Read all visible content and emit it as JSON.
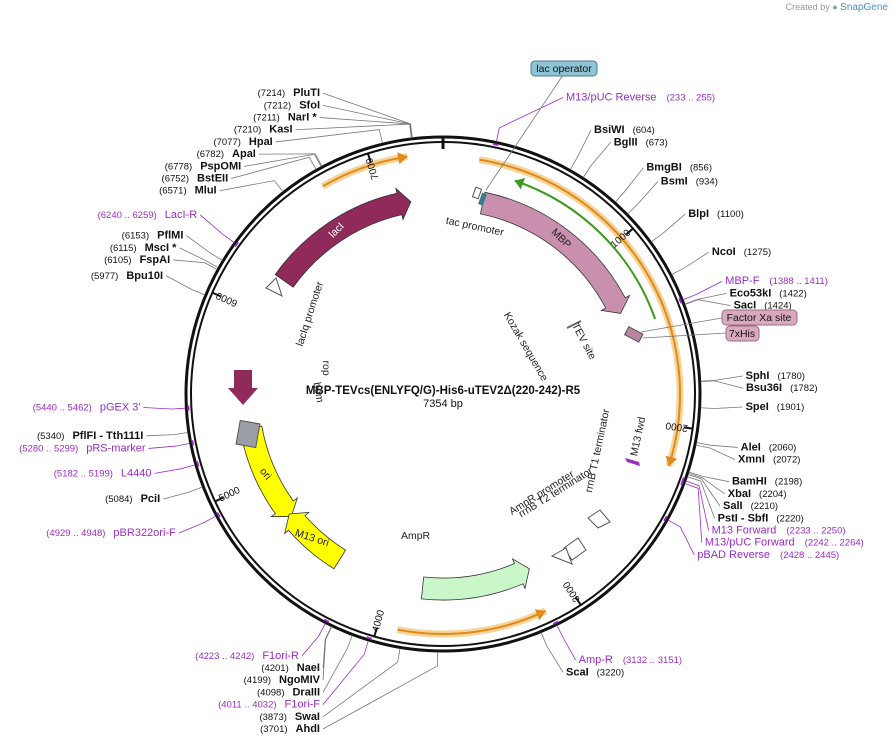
{
  "credit": {
    "prefix": "Created by",
    "brand": "SnapGene"
  },
  "plasmid": {
    "name": "MBP-TEVcs(ENLYFQ/G)-His6-uTEV2Δ(220-242)-R5",
    "size_label": "7354 bp",
    "length": 7354
  },
  "colors": {
    "backbone": "#111111",
    "laci": "#8f2a5a",
    "mbp": "#c990ad",
    "ori": "#ffff00",
    "ampr": "#c9f7c9",
    "rop": "#8f2a5a",
    "bom": "#9b9ea4",
    "primer": "#9b2cc4",
    "orange_track": "#e08a1a",
    "green_track": "#3c9a1c",
    "lac_operator_fill": "#8ec4d6",
    "factor_xa_fill": "#d9a9c0",
    "his_fill": "#d9a9c0"
  },
  "ticks": [
    {
      "label": "1000",
      "pos": 1000
    },
    {
      "label": "2000",
      "pos": 2000
    },
    {
      "label": "3000",
      "pos": 3000
    },
    {
      "label": "4000",
      "pos": 4000
    },
    {
      "label": "5000",
      "pos": 5000
    },
    {
      "label": "6000",
      "pos": 6000
    },
    {
      "label": "7000",
      "pos": 7000
    }
  ],
  "features": [
    {
      "name": "lacI",
      "start": 6240,
      "end": 7160,
      "dir": "cw",
      "type": "arrow",
      "color": "laci",
      "r": 195,
      "w": 22
    },
    {
      "name": "MBP",
      "start": 240,
      "end": 1340,
      "dir": "cw",
      "type": "arrow",
      "color": "mbp",
      "r": 195,
      "w": 22
    },
    {
      "name": "ori",
      "start": 4720,
      "end": 5310,
      "dir": "ccw",
      "type": "arrow",
      "color": "ori",
      "r": 195,
      "w": 22
    },
    {
      "name": "M13 ori",
      "start": 4330,
      "end": 4740,
      "dir": "cw",
      "type": "arrow",
      "color": "ori",
      "r": 195,
      "w": 22
    },
    {
      "name": "AmpR",
      "start": 3140,
      "end": 3800,
      "dir": "ccw",
      "type": "arrow",
      "color": "ampr",
      "r": 195,
      "w": 22
    }
  ],
  "tracks": [
    {
      "start": 6740,
      "end": 7180,
      "dir": "cw",
      "color": "orange_track",
      "r": 240
    },
    {
      "start": 180,
      "end": 2200,
      "dir": "cw",
      "color": "orange_track",
      "r": 237
    },
    {
      "start": 380,
      "end": 1440,
      "dir": "ccw",
      "color": "green_track",
      "r": 225
    },
    {
      "start": 3160,
      "end": 3900,
      "dir": "ccw",
      "color": "orange_track",
      "r": 240
    }
  ],
  "inner_labels": [
    {
      "text": "lacI",
      "pos": 6680,
      "r": 195,
      "rotate": -45,
      "color": "#ffffff"
    },
    {
      "text": "MBP",
      "pos": 760,
      "r": 195,
      "rotate": 45,
      "color": "#222222"
    },
    {
      "text": "ori",
      "pos": 5020,
      "r": 195,
      "rotate": 50,
      "color": "#222222"
    },
    {
      "text": "M13 ori",
      "pos": 4540,
      "r": 195,
      "rotate": 18,
      "color": "#222222"
    },
    {
      "text": "AmpR",
      "pos": 3900,
      "r": 145,
      "rotate": 0,
      "color": "#222222"
    },
    {
      "text": "tac promoter",
      "pos": 220,
      "r": 170,
      "rotate": 12,
      "color": "#222222"
    },
    {
      "text": "lacIq promoter",
      "pos": 6150,
      "r": 155,
      "rotate": -72,
      "color": "#222222"
    },
    {
      "text": "Kozak sequence",
      "pos": 1230,
      "r": 95,
      "rotate": 60,
      "color": "#222222"
    },
    {
      "text": "TEV site",
      "pos": 1420,
      "r": 150,
      "rotate": 62,
      "color": "#222222"
    },
    {
      "text": "rrnB T1 terminator",
      "pos": 2250,
      "r": 165,
      "rotate": -78,
      "color": "#222222"
    },
    {
      "text": "M13 fwd",
      "pos": 2090,
      "r": 200,
      "rotate": -78,
      "color": "#222222"
    },
    {
      "text": "rrnB T2 terminator",
      "pos": 2680,
      "r": 150,
      "rotate": -32,
      "color": "#222222"
    },
    {
      "text": "AmpR promoter",
      "pos": 2760,
      "r": 140,
      "rotate": -32,
      "color": "#222222"
    },
    {
      "text": "rop",
      "pos": 5770,
      "r": 120,
      "rotate": 90,
      "color": "#222222"
    },
    {
      "text": "bom",
      "pos": 5530,
      "r": 125,
      "rotate": 80,
      "color": "#222222"
    }
  ],
  "enzymes": [
    {
      "name": "PluTI",
      "num": "(7214)",
      "side": "L",
      "pos": 7214
    },
    {
      "name": "SfoI",
      "num": "(7212)",
      "side": "L",
      "pos": 7212
    },
    {
      "name": "NarI *",
      "num": "(7211)",
      "side": "L",
      "pos": 7211
    },
    {
      "name": "KasI",
      "num": "(7210)",
      "side": "L",
      "pos": 7210
    },
    {
      "name": "HpaI",
      "num": "(7077)",
      "side": "L",
      "pos": 7077
    },
    {
      "name": "ApaI",
      "num": "(6782)",
      "side": "L",
      "pos": 6782
    },
    {
      "name": "PspOMI",
      "num": "(6778)",
      "side": "L",
      "pos": 6778
    },
    {
      "name": "BstEII",
      "num": "(6752)",
      "side": "L",
      "pos": 6752
    },
    {
      "name": "MluI",
      "num": "(6571)",
      "side": "L",
      "pos": 6571
    },
    {
      "name": "PflMI",
      "num": "(6153)",
      "side": "L",
      "pos": 6153
    },
    {
      "name": "MscI *",
      "num": "(6115)",
      "side": "L",
      "pos": 6115
    },
    {
      "name": "FspAI",
      "num": "(6105)",
      "side": "L",
      "pos": 6105
    },
    {
      "name": "Bpu10I",
      "num": "(5977)",
      "side": "L",
      "pos": 5977
    },
    {
      "name": "PflFI - Tth111I",
      "num": "(5340)",
      "side": "L",
      "pos": 5340
    },
    {
      "name": "PciI",
      "num": "(5084)",
      "side": "L",
      "pos": 5084
    },
    {
      "name": "NaeI",
      "num": "(4201)",
      "side": "L",
      "pos": 4201
    },
    {
      "name": "NgoMIV",
      "num": "(4199)",
      "side": "L",
      "pos": 4199
    },
    {
      "name": "DraIII",
      "num": "(4098)",
      "side": "L",
      "pos": 4098
    },
    {
      "name": "SwaI",
      "num": "(3873)",
      "side": "L",
      "pos": 3873
    },
    {
      "name": "AhdI",
      "num": "(3701)",
      "side": "L",
      "pos": 3701
    },
    {
      "name": "BsiWI",
      "num": "(604)",
      "side": "R",
      "pos": 604
    },
    {
      "name": "BglII",
      "num": "(673)",
      "side": "R",
      "pos": 673
    },
    {
      "name": "BmgBI",
      "num": "(856)",
      "side": "R",
      "pos": 856
    },
    {
      "name": "BsmI",
      "num": "(934)",
      "side": "R",
      "pos": 934
    },
    {
      "name": "BlpI",
      "num": "(1100)",
      "side": "R",
      "pos": 1100
    },
    {
      "name": "NcoI",
      "num": "(1275)",
      "side": "R",
      "pos": 1275
    },
    {
      "name": "Eco53kI",
      "num": "(1422)",
      "side": "R",
      "pos": 1422
    },
    {
      "name": "SacI",
      "num": "(1424)",
      "side": "R",
      "pos": 1424
    },
    {
      "name": "SphI",
      "num": "(1780)",
      "side": "R",
      "pos": 1780
    },
    {
      "name": "Bsu36I",
      "num": "(1782)",
      "side": "R",
      "pos": 1782
    },
    {
      "name": "SpeI",
      "num": "(1901)",
      "side": "R",
      "pos": 1901
    },
    {
      "name": "AleI",
      "num": "(2060)",
      "side": "R",
      "pos": 2060
    },
    {
      "name": "XmnI",
      "num": "(2072)",
      "side": "R",
      "pos": 2072
    },
    {
      "name": "BamHI",
      "num": "(2198)",
      "side": "R",
      "pos": 2198
    },
    {
      "name": "XbaI",
      "num": "(2204)",
      "side": "R",
      "pos": 2204
    },
    {
      "name": "SalI",
      "num": "(2210)",
      "side": "R",
      "pos": 2210
    },
    {
      "name": "PstI - SbfI",
      "num": "(2220)",
      "side": "R",
      "pos": 2220
    },
    {
      "name": "ScaI",
      "num": "(3220)",
      "side": "R",
      "pos": 3220
    }
  ],
  "primers": [
    {
      "name": "M13/pUC Reverse",
      "range": "(233 .. 255)",
      "side": "R",
      "pos": 244
    },
    {
      "name": "LacI-R",
      "range": "(6240 .. 6259)",
      "side": "L",
      "pos": 6250
    },
    {
      "name": "MBP-F",
      "range": "(1388 .. 1411)",
      "side": "R",
      "pos": 1400
    },
    {
      "name": "pGEX 3'",
      "range": "(5440 .. 5462)",
      "side": "L",
      "pos": 5451
    },
    {
      "name": "pRS-marker",
      "range": "(5280 .. 5299)",
      "side": "L",
      "pos": 5290
    },
    {
      "name": "L4440",
      "range": "(5182 .. 5199)",
      "side": "L",
      "pos": 5190
    },
    {
      "name": "pBR322ori-F",
      "range": "(4929 .. 4948)",
      "side": "L",
      "pos": 4938
    },
    {
      "name": "M13 Forward",
      "range": "(2233 .. 2250)",
      "side": "R",
      "pos": 2241
    },
    {
      "name": "M13/pUC Forward",
      "range": "(2242 .. 2264)",
      "side": "R",
      "pos": 2253
    },
    {
      "name": "pBAD Reverse",
      "range": "(2428 .. 2445)",
      "side": "R",
      "pos": 2436
    },
    {
      "name": "Amp-R",
      "range": "(3132 .. 3151)",
      "side": "R",
      "pos": 3141
    },
    {
      "name": "F1ori-R",
      "range": "(4223 .. 4242)",
      "side": "L",
      "pos": 4232
    },
    {
      "name": "F1ori-F",
      "range": "(4011 .. 4032)",
      "side": "L",
      "pos": 4021
    }
  ],
  "boxed_labels": [
    {
      "text": "lac operator",
      "fill": "lac_operator_fill"
    },
    {
      "text": "Factor Xa site",
      "fill": "factor_xa_fill"
    },
    {
      "text": "7xHis",
      "fill": "his_fill"
    }
  ]
}
